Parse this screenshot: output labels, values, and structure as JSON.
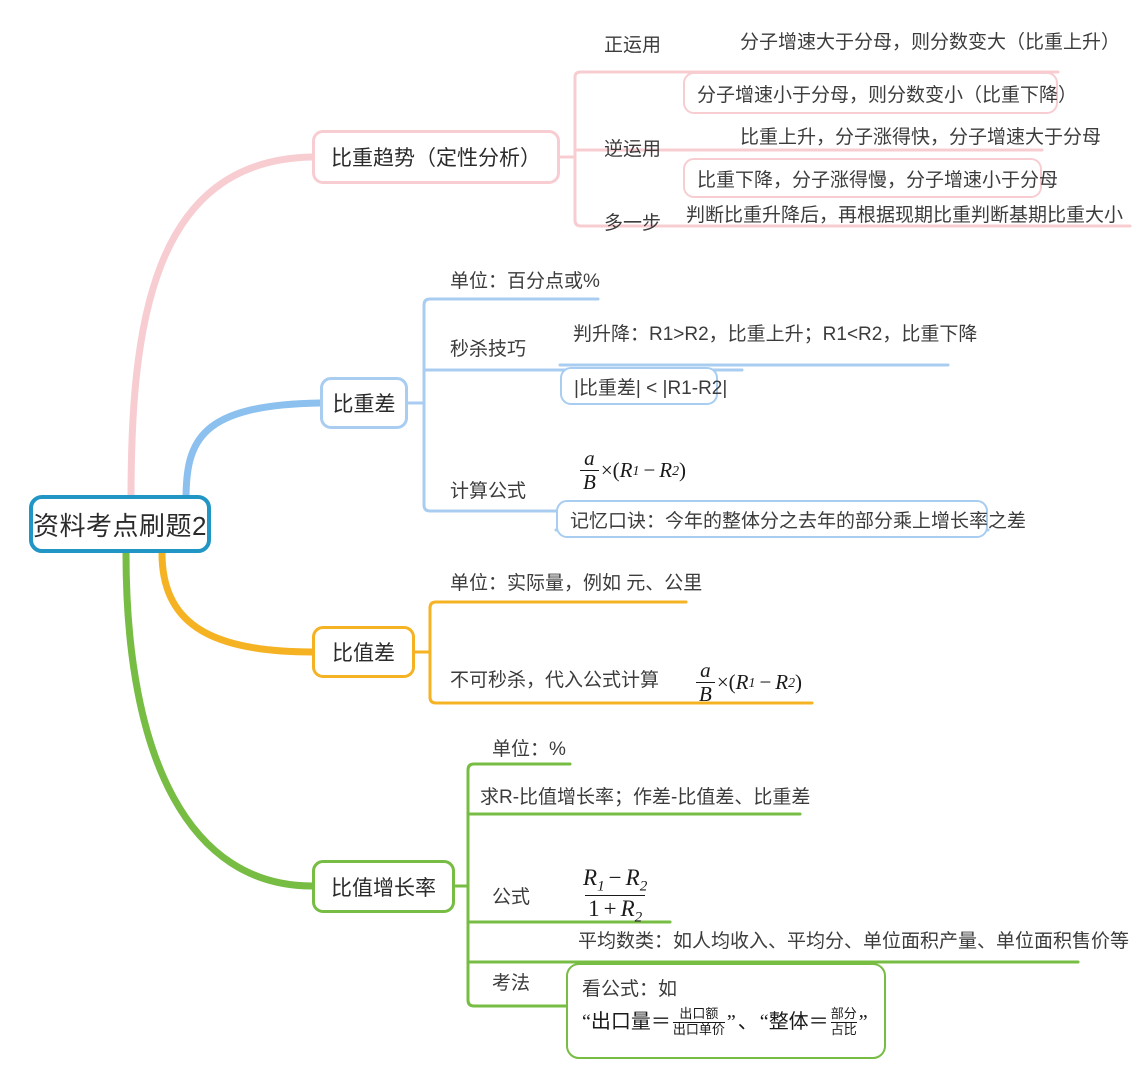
{
  "diagram": {
    "type": "mind-map",
    "title": "资料考点刷题2",
    "root": {
      "label": "资料考点刷题2",
      "color": "#2196c4"
    },
    "branches": [
      {
        "id": "bizhong-qushi",
        "label": "比重趋势（定性分析）",
        "color": "#f7cdd2",
        "children": [
          {
            "label": "正运用",
            "leaves": [
              "分子增速大于分母，则分数变大（比重上升）",
              "分子增速小于分母，则分数变小（比重下降）"
            ]
          },
          {
            "label": "逆运用",
            "leaves": [
              "比重上升，分子涨得快，分子增速大于分母",
              "比重下降，分子涨得慢，分子增速小于分母"
            ]
          },
          {
            "label": "多一步",
            "leaves": [
              "判断比重升降后，再根据现期比重判断基期比重大小"
            ]
          }
        ]
      },
      {
        "id": "bizhong-cha",
        "label": "比重差",
        "color": "#a8cdf0",
        "children": [
          {
            "label": "单位：百分点或%",
            "leaves": []
          },
          {
            "label": "秒杀技巧",
            "leaves": [
              "判升降：R1>R2，比重上升；R1<R2，比重下降",
              "|比重差| < |R1-R2|"
            ]
          },
          {
            "label": "计算公式",
            "formula": "a/B × (R₁ − R₂)",
            "leaves": [
              "记忆口诀：今年的整体分之去年的部分乘上增长率之差"
            ]
          }
        ]
      },
      {
        "id": "bizhi-cha",
        "label": "比值差",
        "color": "#f5b324",
        "children": [
          {
            "label": "单位：实际量，例如 元、公里",
            "leaves": []
          },
          {
            "label": "不可秒杀，代入公式计算",
            "formula": "a/B × (R₁ − R₂)",
            "leaves": []
          }
        ]
      },
      {
        "id": "bizhi-zengzhanglv",
        "label": "比值增长率",
        "color": "#77bc43",
        "children": [
          {
            "label": "单位：%",
            "leaves": []
          },
          {
            "label": "求R-比值增长率；作差-比值差、比重差",
            "leaves": []
          },
          {
            "label": "公式",
            "formula": "(R₁ − R₂) / (1 + R₂)",
            "leaves": []
          },
          {
            "label": "考法",
            "leaves": [
              "平均数类：如人均收入、平均分、单位面积产量、单位面积售价等",
              "看公式：如",
              "“出口量＝出口额/出口单价”、“整体＝部分/占比”"
            ]
          }
        ]
      }
    ]
  },
  "labels": {
    "root": "资料考点刷题2",
    "p_branch": "比重趋势（定性分析）",
    "p_c1": "正运用",
    "p_c2": "逆运用",
    "p_c3": "多一步",
    "p_l1": "分子增速大于分母，则分数变大（比重上升）",
    "p_l2": "分子增速小于分母，则分数变小（比重下降）",
    "p_l3": "比重上升，分子涨得快，分子增速大于分母",
    "p_l4": "比重下降，分子涨得慢，分子增速小于分母",
    "p_l5": "判断比重升降后，再根据现期比重判断基期比重大小",
    "b_branch": "比重差",
    "b_c1": "单位：百分点或%",
    "b_c2": "秒杀技巧",
    "b_l1": "判升降：R1>R2，比重上升；R1<R2，比重下降",
    "b_l2": "|比重差| < |R1-R2|",
    "b_c3": "计算公式",
    "b_l3": "记忆口诀：今年的整体分之去年的部分乘上增长率之差",
    "o_branch": "比值差",
    "o_c1": "单位：实际量，例如 元、公里",
    "o_c2": "不可秒杀，代入公式计算",
    "g_branch": "比值增长率",
    "g_c1": "单位：%",
    "g_c2": "求R-比值增长率；作差-比值差、比重差",
    "g_c3": "公式",
    "g_c4": "考法",
    "g_l1": "平均数类：如人均收入、平均分、单位面积产量、单位面积售价等",
    "g_l2": "看公式：如",
    "m_a": "a",
    "m_B": "B",
    "m_times": "×",
    "m_paren_open": "(",
    "m_R1": "R",
    "m_sub1": "1",
    "m_minus": "−",
    "m_R2": "R",
    "m_sub2": "2",
    "m_paren_close": ")",
    "m_one": "1",
    "m_plus": "+",
    "f_quote_open": "“",
    "f_ckl": "出口量＝",
    "f_cke_num": "出口额",
    "f_cke_den": "出口单价",
    "f_quote_close": "”",
    "f_dun": "、",
    "f_zt": "整体＝",
    "f_bf_num": "部分",
    "f_bf_den": "占比"
  },
  "colors": {
    "root_border": "#2196c4",
    "pink": "#f7cdd2",
    "blue": "#a8cdf0",
    "orange": "#f5b324",
    "green": "#77bc43",
    "text": "#3c3c3c",
    "background": "#ffffff"
  }
}
